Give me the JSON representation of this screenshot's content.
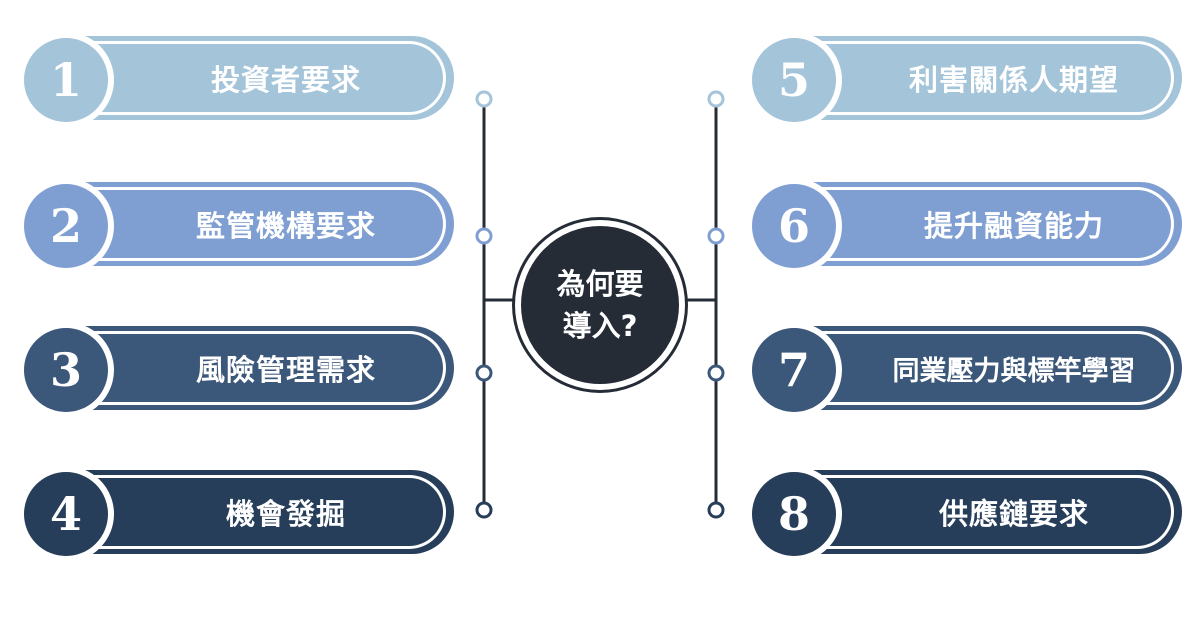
{
  "center": {
    "line1": "為何要",
    "line2": "導入?"
  },
  "left_items": [
    {
      "number": "1",
      "label": "投資者要求",
      "color": "#a3c4d9"
    },
    {
      "number": "2",
      "label": "監管機構要求",
      "color": "#7f9fd3"
    },
    {
      "number": "3",
      "label": "風險管理需求",
      "color": "#3b577a"
    },
    {
      "number": "4",
      "label": "機會發掘",
      "color": "#263e5a"
    }
  ],
  "right_items": [
    {
      "number": "5",
      "label": "利害關係人期望",
      "color": "#a3c4d9"
    },
    {
      "number": "6",
      "label": "提升融資能力",
      "color": "#7f9fd3"
    },
    {
      "number": "7",
      "label": "同業壓力與標竿學習",
      "color": "#3b577a"
    },
    {
      "number": "8",
      "label": "供應鏈要求",
      "color": "#263e5a"
    }
  ],
  "colors": {
    "connector": "#252c36",
    "node_fill": "#ffffff"
  }
}
